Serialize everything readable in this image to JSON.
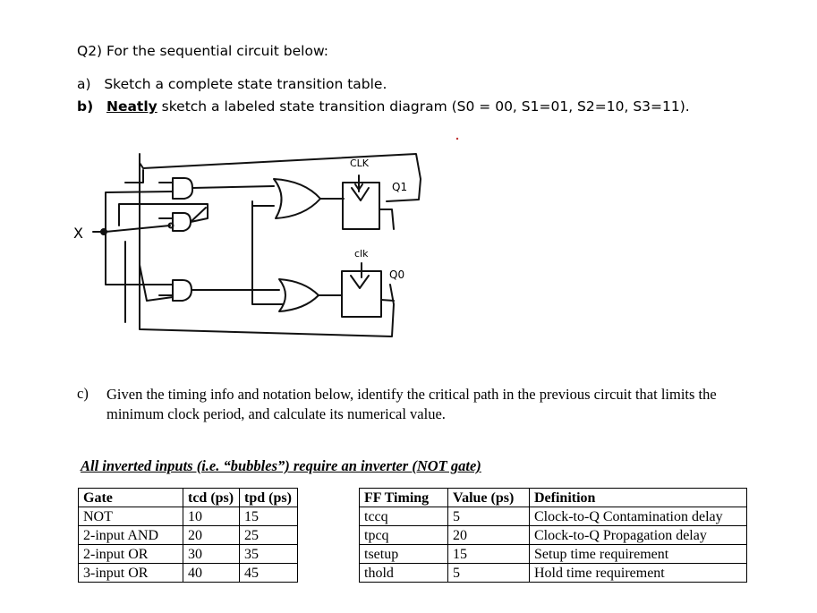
{
  "question": {
    "title": "Q2) For the sequential circuit below:",
    "part_a": {
      "label": "a)",
      "text": "Sketch a complete state transition table."
    },
    "part_b": {
      "label": "b)",
      "emph": "Neatly",
      "text": " sketch a labeled state transition diagram (S0 = 00, S1=01, S2=10, S3=11)."
    },
    "part_c": {
      "label": "c)",
      "text": "Given the timing info and notation below, identify the critical path in the previous circuit that limits the minimum clock period, and calculate its numerical value."
    }
  },
  "circuit": {
    "input_label": "X",
    "clk_top": "CLK",
    "clk_bottom": "clk",
    "q1_label": "Q1",
    "q0_label": "Q0"
  },
  "note": "All inverted inputs (i.e. “bubbles”) require an inverter (NOT gate)",
  "gate_table": {
    "headers": [
      "Gate",
      "tcd (ps)",
      "tpd (ps)"
    ],
    "rows": [
      [
        "NOT",
        "10",
        "15"
      ],
      [
        "2-input AND",
        "20",
        "25"
      ],
      [
        "2-input OR",
        "30",
        "35"
      ],
      [
        "3-input OR",
        "40",
        "45"
      ]
    ]
  },
  "ff_table": {
    "headers": [
      "FF Timing",
      "Value (ps)",
      "Definition"
    ],
    "rows": [
      [
        "tccq",
        "5",
        "Clock-to-Q Contamination delay"
      ],
      [
        "tpcq",
        "20",
        "Clock-to-Q Propagation delay"
      ],
      [
        "tsetup",
        "15",
        "Setup time requirement"
      ],
      [
        "thold",
        "5",
        "Hold time requirement"
      ]
    ]
  }
}
